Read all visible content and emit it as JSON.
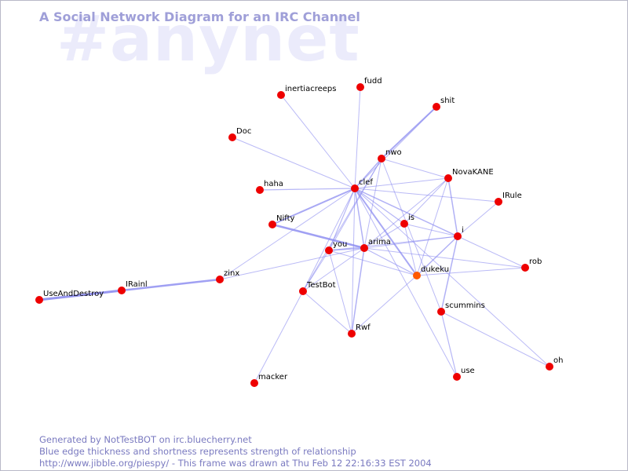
{
  "watermark": "#anynet",
  "title": "A Social Network Diagram for an IRC Channel",
  "footer": {
    "line1": "Generated by NotTestBOT on irc.bluecherry.net",
    "line2": "Blue edge thickness and shortness represents strength of relationship",
    "line3": "http://www.jibble.org/piespy/ - This frame was drawn at Thu Feb 12 22:16:33 EST 2004"
  },
  "colors": {
    "node": "#ee0000",
    "node_highlight": "#ff5a00",
    "edge": "#8c8cf0",
    "title": "#9f9fd8",
    "watermark": "#ebebfb",
    "footer": "#7a7ac0"
  },
  "nodes": [
    {
      "id": "clef",
      "label": "clef"
    },
    {
      "id": "arima",
      "label": "arima"
    },
    {
      "id": "dukeku",
      "label": "dukeku",
      "highlight": true
    },
    {
      "id": "you",
      "label": "you"
    },
    {
      "id": "i",
      "label": "i"
    },
    {
      "id": "is",
      "label": "is"
    },
    {
      "id": "nwo",
      "label": "nwo"
    },
    {
      "id": "novakane",
      "label": "NovaKANE"
    },
    {
      "id": "irule",
      "label": "IRule"
    },
    {
      "id": "rob",
      "label": "rob"
    },
    {
      "id": "scummins",
      "label": "scummins"
    },
    {
      "id": "oh",
      "label": "oh"
    },
    {
      "id": "use",
      "label": "use"
    },
    {
      "id": "rwf",
      "label": "Rwf"
    },
    {
      "id": "testbot",
      "label": "TestBot"
    },
    {
      "id": "macker",
      "label": "macker"
    },
    {
      "id": "zinx",
      "label": "zinx"
    },
    {
      "id": "irainl",
      "label": "IRainl"
    },
    {
      "id": "useanddestroy",
      "label": "UseAndDestroy"
    },
    {
      "id": "nifty",
      "label": "Nifty"
    },
    {
      "id": "haha",
      "label": "haha"
    },
    {
      "id": "doc",
      "label": "Doc"
    },
    {
      "id": "inertiacreeps",
      "label": "inertiacreeps"
    },
    {
      "id": "fudd",
      "label": "fudd"
    },
    {
      "id": "shit",
      "label": "shit"
    }
  ],
  "edges": [
    {
      "source": "useanddestroy",
      "target": "irainl",
      "weight": 3
    },
    {
      "source": "irainl",
      "target": "zinx",
      "weight": 2.5
    },
    {
      "source": "zinx",
      "target": "arima",
      "weight": 1
    },
    {
      "source": "zinx",
      "target": "clef",
      "weight": 1
    },
    {
      "source": "nifty",
      "target": "arima",
      "weight": 2.5
    },
    {
      "source": "nifty",
      "target": "clef",
      "weight": 2
    },
    {
      "source": "haha",
      "target": "clef",
      "weight": 1.2
    },
    {
      "source": "doc",
      "target": "clef",
      "weight": 1
    },
    {
      "source": "inertiacreeps",
      "target": "clef",
      "weight": 1
    },
    {
      "source": "fudd",
      "target": "clef",
      "weight": 1
    },
    {
      "source": "shit",
      "target": "nwo",
      "weight": 2
    },
    {
      "source": "shit",
      "target": "clef",
      "weight": 1
    },
    {
      "source": "nwo",
      "target": "clef",
      "weight": 1.5
    },
    {
      "source": "nwo",
      "target": "arima",
      "weight": 1
    },
    {
      "source": "nwo",
      "target": "you",
      "weight": 1
    },
    {
      "source": "nwo",
      "target": "scummins",
      "weight": 1
    },
    {
      "source": "nwo",
      "target": "testbot",
      "weight": 1
    },
    {
      "source": "nwo",
      "target": "novakane",
      "weight": 1
    },
    {
      "source": "clef",
      "target": "arima",
      "weight": 1.5
    },
    {
      "source": "clef",
      "target": "you",
      "weight": 1.2
    },
    {
      "source": "clef",
      "target": "is",
      "weight": 1.2
    },
    {
      "source": "clef",
      "target": "i",
      "weight": 1.5
    },
    {
      "source": "clef",
      "target": "dukeku",
      "weight": 2
    },
    {
      "source": "clef",
      "target": "novakane",
      "weight": 1
    },
    {
      "source": "clef",
      "target": "irule",
      "weight": 1
    },
    {
      "source": "clef",
      "target": "testbot",
      "weight": 1
    },
    {
      "source": "clef",
      "target": "rwf",
      "weight": 1
    },
    {
      "source": "clef",
      "target": "use",
      "weight": 1
    },
    {
      "source": "clef",
      "target": "oh",
      "weight": 1
    },
    {
      "source": "arima",
      "target": "you",
      "weight": 1.5
    },
    {
      "source": "arima",
      "target": "dukeku",
      "weight": 1.2
    },
    {
      "source": "arima",
      "target": "is",
      "weight": 1
    },
    {
      "source": "arima",
      "target": "novakane",
      "weight": 1
    },
    {
      "source": "arima",
      "target": "i",
      "weight": 1
    },
    {
      "source": "arima",
      "target": "rob",
      "weight": 1
    },
    {
      "source": "arima",
      "target": "rwf",
      "weight": 1.5
    },
    {
      "source": "arima",
      "target": "testbot",
      "weight": 1
    },
    {
      "source": "you",
      "target": "testbot",
      "weight": 1
    },
    {
      "source": "you",
      "target": "dukeku",
      "weight": 1
    },
    {
      "source": "you",
      "target": "i",
      "weight": 1
    },
    {
      "source": "you",
      "target": "rwf",
      "weight": 1
    },
    {
      "source": "is",
      "target": "i",
      "weight": 1
    },
    {
      "source": "is",
      "target": "novakane",
      "weight": 1
    },
    {
      "source": "is",
      "target": "dukeku",
      "weight": 1
    },
    {
      "source": "novakane",
      "target": "i",
      "weight": 1.5
    },
    {
      "source": "novakane",
      "target": "dukeku",
      "weight": 1
    },
    {
      "source": "i",
      "target": "irule",
      "weight": 1
    },
    {
      "source": "i",
      "target": "scummins",
      "weight": 1.5
    },
    {
      "source": "i",
      "target": "dukeku",
      "weight": 1.5
    },
    {
      "source": "i",
      "target": "rob",
      "weight": 1
    },
    {
      "source": "dukeku",
      "target": "rob",
      "weight": 1
    },
    {
      "source": "dukeku",
      "target": "rwf",
      "weight": 1
    },
    {
      "source": "scummins",
      "target": "use",
      "weight": 1.2
    },
    {
      "source": "scummins",
      "target": "oh",
      "weight": 1
    },
    {
      "source": "testbot",
      "target": "macker",
      "weight": 1
    },
    {
      "source": "testbot",
      "target": "rwf",
      "weight": 1
    }
  ]
}
